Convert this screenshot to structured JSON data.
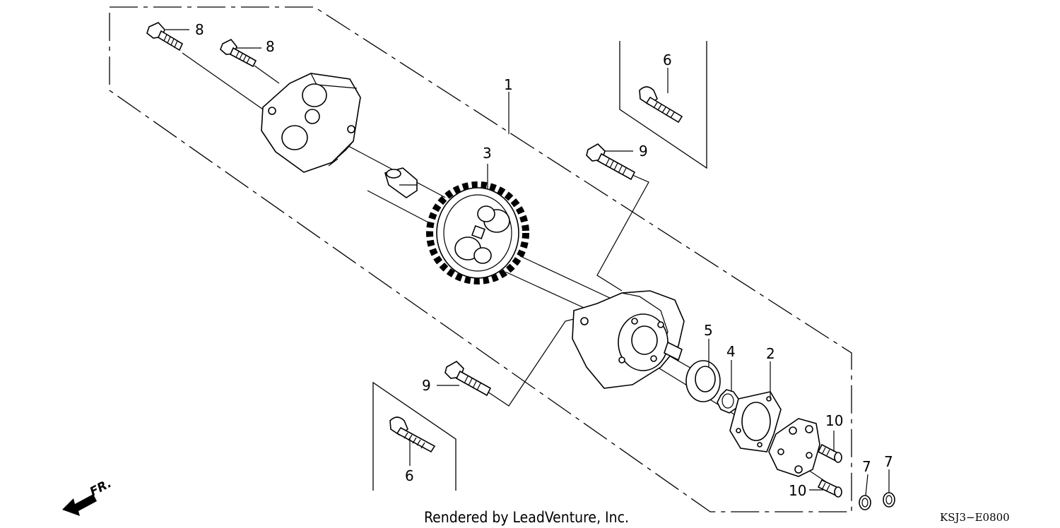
{
  "diagram": {
    "callouts": [
      {
        "id": "c1",
        "text": "1"
      },
      {
        "id": "c2",
        "text": "2"
      },
      {
        "id": "c3",
        "text": "3"
      },
      {
        "id": "c4",
        "text": "4"
      },
      {
        "id": "c5",
        "text": "5"
      },
      {
        "id": "c6a",
        "text": "6"
      },
      {
        "id": "c6b",
        "text": "6"
      },
      {
        "id": "c7a",
        "text": "7"
      },
      {
        "id": "c7b",
        "text": "7"
      },
      {
        "id": "c8a",
        "text": "8"
      },
      {
        "id": "c8b",
        "text": "8"
      },
      {
        "id": "c9a",
        "text": "9"
      },
      {
        "id": "c9b",
        "text": "9"
      },
      {
        "id": "c10a",
        "text": "10"
      },
      {
        "id": "c10b",
        "text": "10"
      }
    ],
    "direction_label": "FR.",
    "footer": "Rendered by LeadVenture, Inc.",
    "diagram_code": "KSJ3−E0800"
  }
}
